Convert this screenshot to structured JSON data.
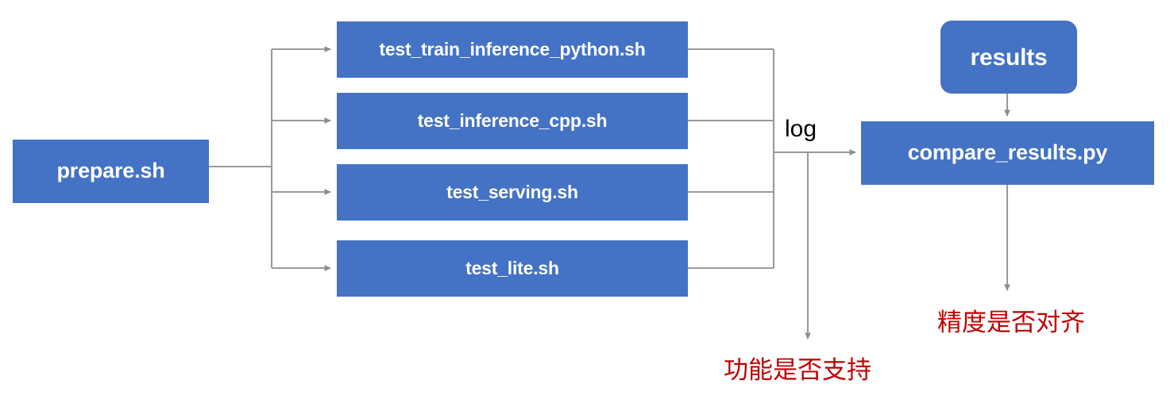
{
  "diagram": {
    "title_text": "",
    "colors": {
      "node_fill": "#4472C4",
      "node_text": "#FFFFFF",
      "connector": "#9A9A9A",
      "annotation_text": "#C00000",
      "edge_label_text": "#000000",
      "background": "#FFFFFF"
    },
    "nodes": {
      "prepare": {
        "label": "prepare.sh"
      },
      "test_train_inference_python": {
        "label": "test_train_inference_python.sh"
      },
      "test_inference_cpp": {
        "label": "test_inference_cpp.sh"
      },
      "test_serving": {
        "label": "test_serving.sh"
      },
      "test_lite": {
        "label": "test_lite.sh"
      },
      "results": {
        "label": "results"
      },
      "compare_results": {
        "label": "compare_results.py"
      }
    },
    "edge_labels": {
      "log": "log"
    },
    "annotations": {
      "function_supported": "功能是否支持",
      "precision_aligned": "精度是否对齐"
    }
  }
}
